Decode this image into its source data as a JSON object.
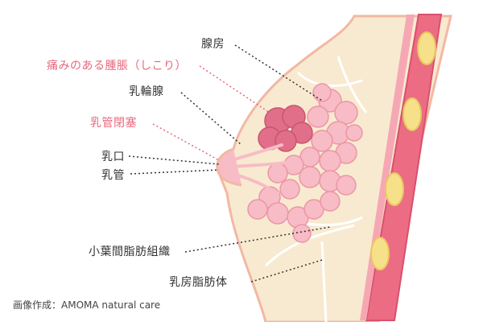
{
  "labels": {
    "acinus": "腺房",
    "painful_lump": "痛みのある腫脹（しこり）",
    "areolar_gland": "乳輪腺",
    "duct_blockage": "乳管閉塞",
    "nipple_opening": "乳口",
    "milk_duct": "乳管",
    "interlobular_fat": "小葉間脂肪組織",
    "breast_fat_body": "乳房脂肪体"
  },
  "credit": "画像作成：AMOMA natural care",
  "colors": {
    "accent_label": "#e8687c",
    "skin": "#f2b8a4",
    "fat": "#f8ead0",
    "muscle": "#ec6c84",
    "rib": "#f7e08a",
    "lobule": "#f7bcc6",
    "lump": "#e26f89"
  }
}
